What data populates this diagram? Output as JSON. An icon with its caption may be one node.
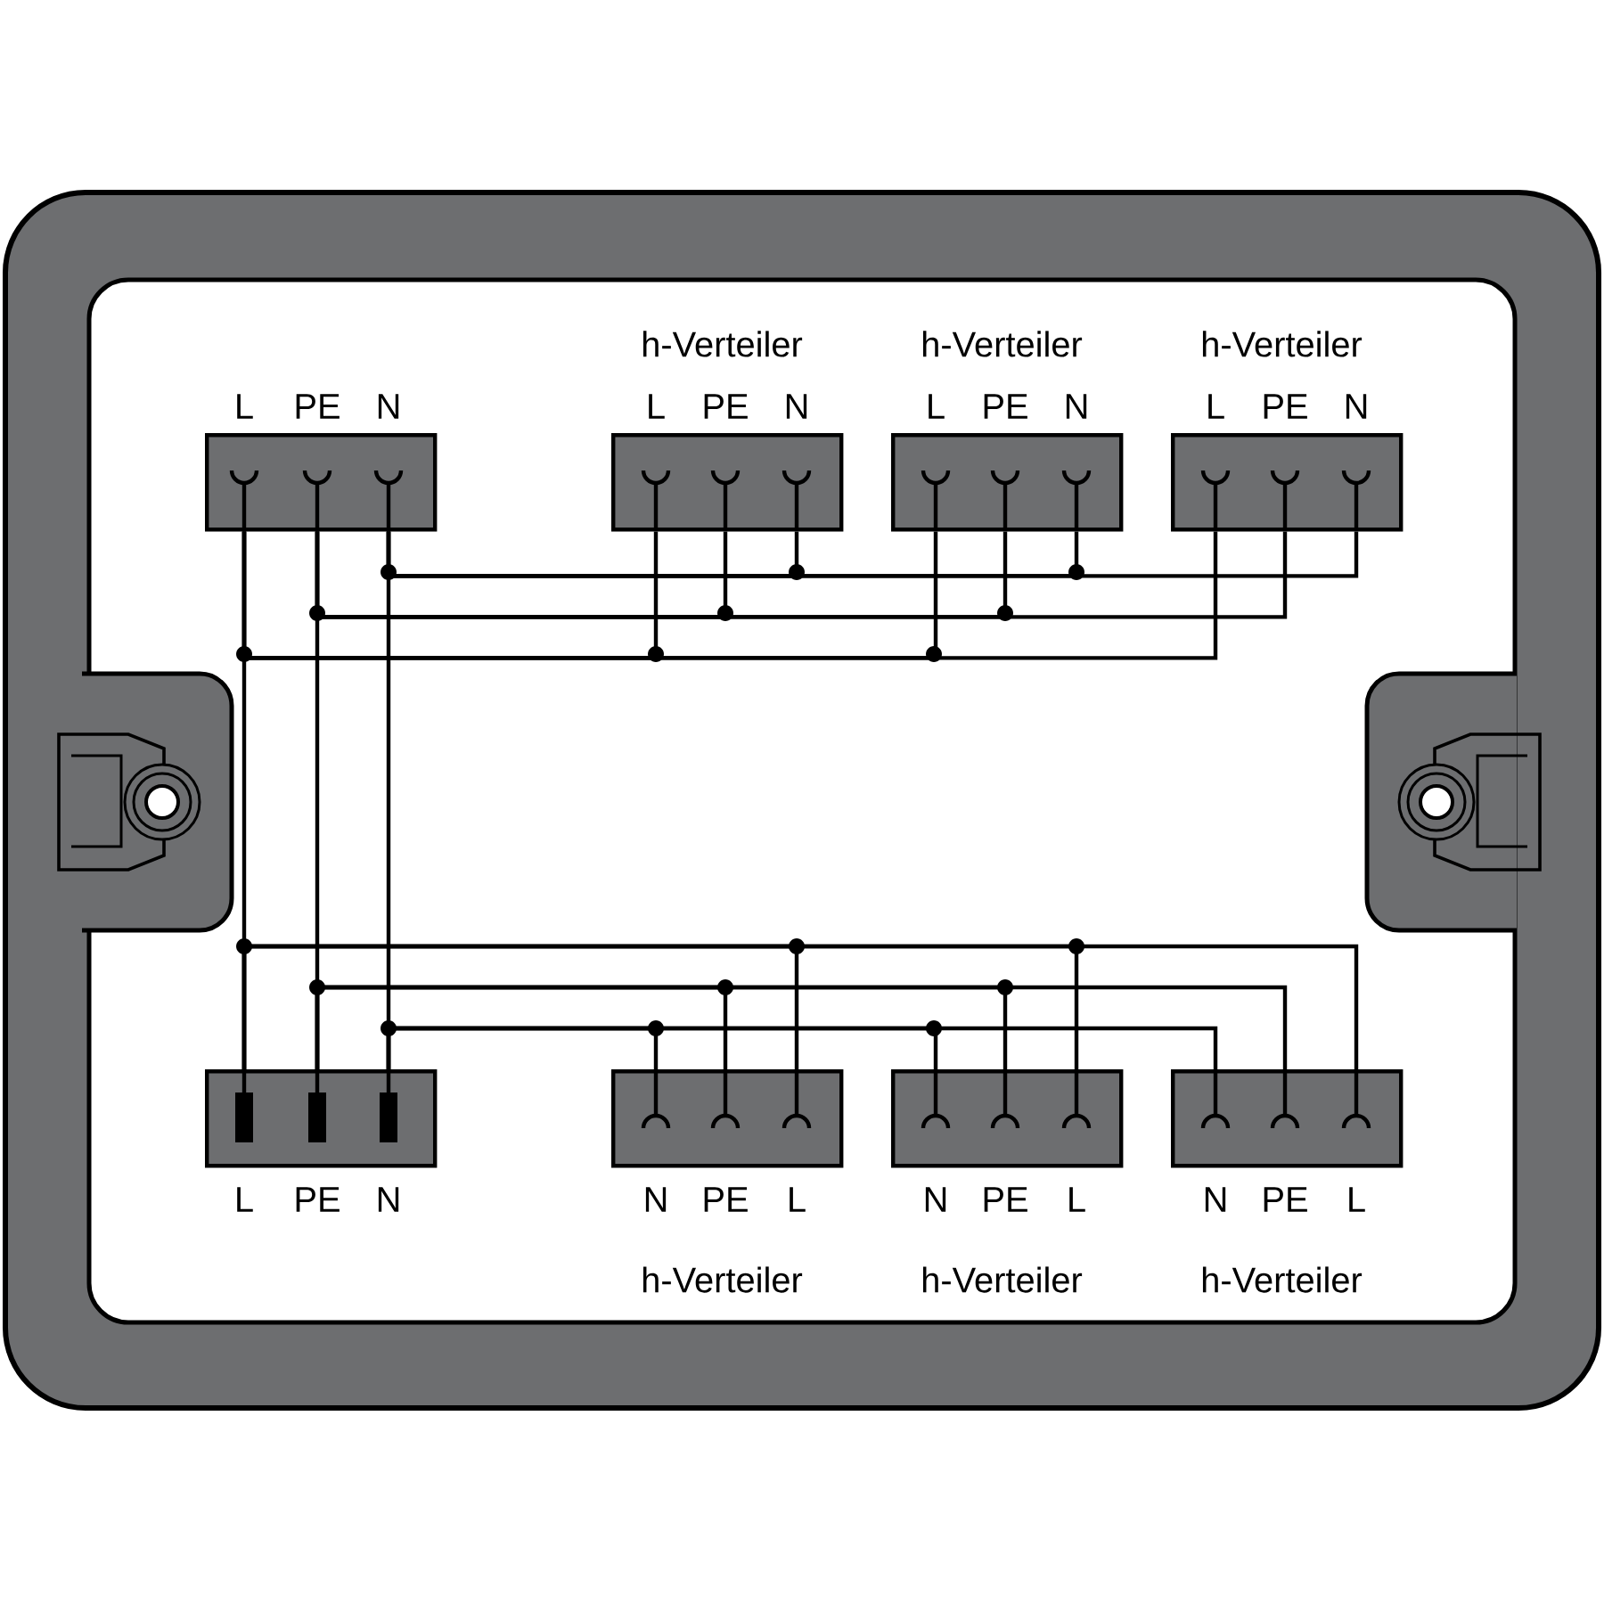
{
  "diagram": {
    "nodes": [
      {
        "text": [
          "L",
          "PE",
          "N"
        ]
      },
      {
        "text": [
          "L",
          "PE",
          "N"
        ],
        "beside": [
          "h-Verteiler"
        ]
      },
      {
        "text": [
          "L",
          "PE",
          "N"
        ],
        "beside": [
          "h-Verteiler"
        ]
      },
      {
        "text": [
          "L",
          "PE",
          "N"
        ],
        "beside": [
          "h-Verteiler"
        ]
      },
      {
        "text": [
          "L",
          "PE",
          "N"
        ]
      },
      {
        "text": [
          "N",
          "PE",
          "L"
        ],
        "beside": [
          "h-Verteiler"
        ]
      },
      {
        "text": [
          "N",
          "PE",
          "L"
        ],
        "beside": [
          "h-Verteiler"
        ]
      },
      {
        "text": [
          "N",
          "PE",
          "L"
        ],
        "beside": [
          "h-Verteiler"
        ]
      }
    ],
    "edges": [
      {
        "from": 0,
        "to": 4,
        "arrow": "none"
      },
      {
        "from": 0,
        "to": 4,
        "arrow": "none"
      },
      {
        "from": 0,
        "to": 4,
        "arrow": "none"
      },
      {
        "from": 0,
        "to": 1,
        "arrow": "none"
      },
      {
        "from": 0,
        "to": 1,
        "arrow": "none"
      },
      {
        "from": 0,
        "to": 1,
        "arrow": "none"
      },
      {
        "from": 0,
        "to": 2,
        "arrow": "none"
      },
      {
        "from": 0,
        "to": 2,
        "arrow": "none"
      },
      {
        "from": 0,
        "to": 2,
        "arrow": "none"
      },
      {
        "from": 0,
        "to": 3,
        "arrow": "none"
      },
      {
        "from": 0,
        "to": 3,
        "arrow": "none"
      },
      {
        "from": 0,
        "to": 3,
        "arrow": "none"
      },
      {
        "from": 4,
        "to": 5,
        "arrow": "none"
      },
      {
        "from": 4,
        "to": 5,
        "arrow": "none"
      },
      {
        "from": 4,
        "to": 5,
        "arrow": "none"
      },
      {
        "from": 4,
        "to": 6,
        "arrow": "none"
      },
      {
        "from": 4,
        "to": 6,
        "arrow": "none"
      },
      {
        "from": 4,
        "to": 6,
        "arrow": "none"
      },
      {
        "from": 4,
        "to": 7,
        "arrow": "none"
      },
      {
        "from": 4,
        "to": 7,
        "arrow": "none"
      },
      {
        "from": 4,
        "to": 7,
        "arrow": "none"
      }
    ]
  }
}
